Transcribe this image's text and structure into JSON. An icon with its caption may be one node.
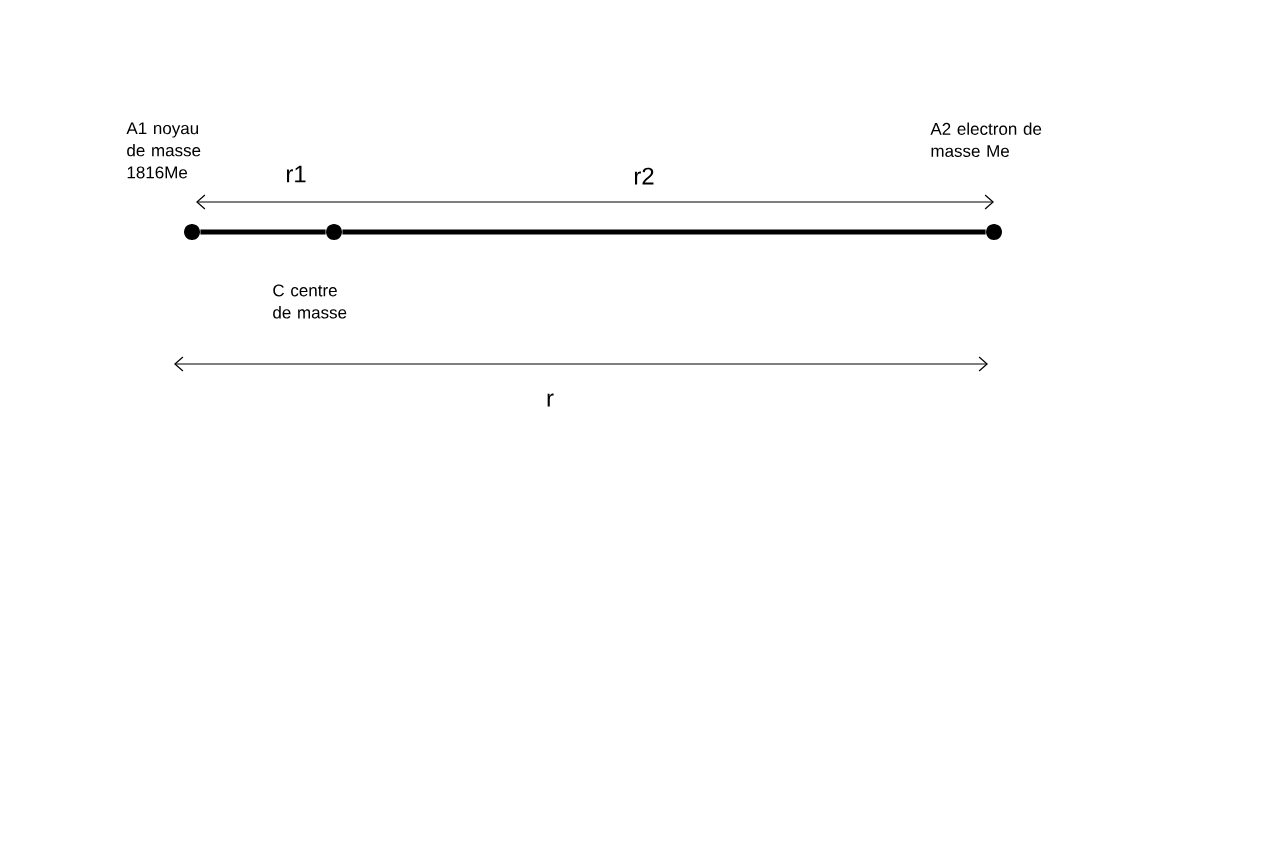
{
  "diagram": {
    "nodes": [
      {
        "text": [],
        "shape": "circle"
      },
      {
        "text": [],
        "shape": "circle"
      },
      {
        "text": [],
        "shape": "circle"
      }
    ],
    "edges": [
      {
        "from": 0,
        "to": 1,
        "arrow": "none"
      },
      {
        "from": 1,
        "to": 2,
        "arrow": "none"
      }
    ],
    "labels": [
      "A1 noyau de masse 1816Me",
      "A2 electron de masse Me",
      "r1",
      "r2",
      "C centre de masse",
      "r"
    ]
  }
}
